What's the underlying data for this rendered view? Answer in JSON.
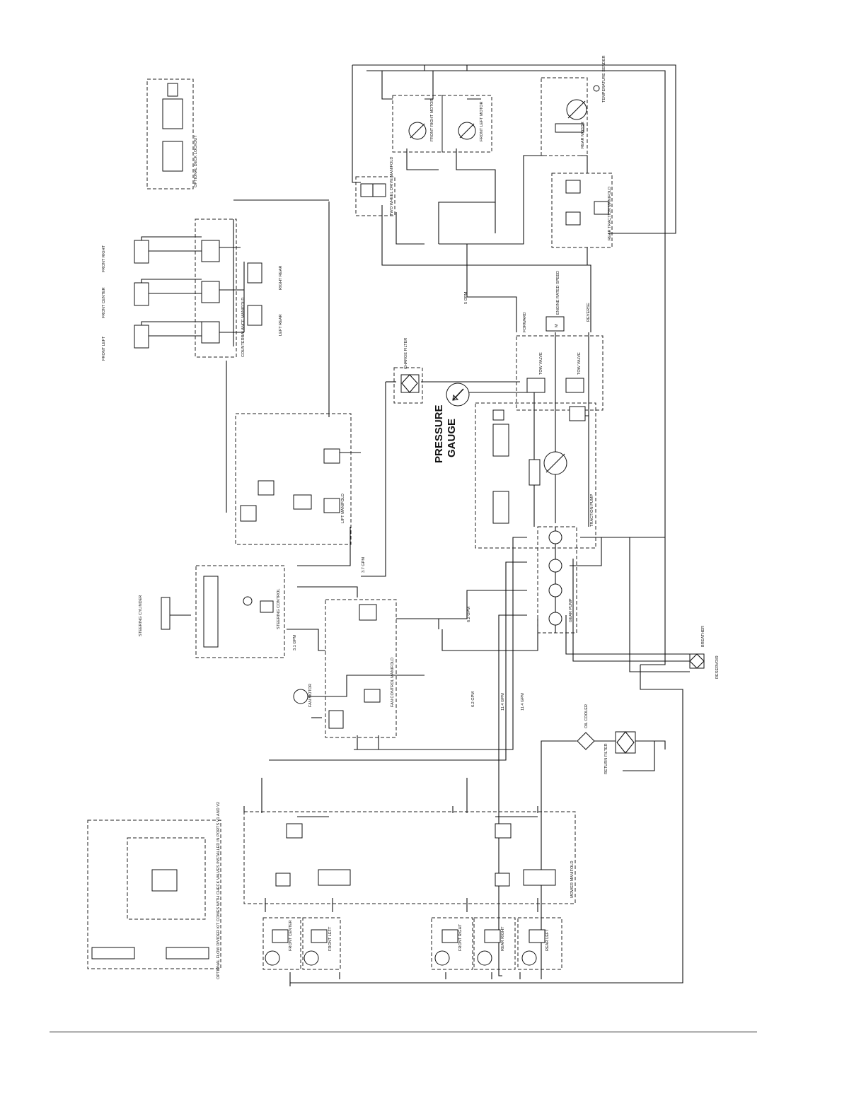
{
  "pressure_gauge": {
    "line1": "PRESSURE",
    "line2": "GAUGE"
  },
  "labels": {
    "charge_filter": "CHARGE FILTER",
    "engine_speed": "ENGINE RATED SPEED",
    "forward": "FORWARD",
    "reverse": "REVERSE",
    "tow_valve_1": "TOW VALVE",
    "tow_valve_2": "TOW VALVE",
    "front_right_motor": "FRONT RIGHT MOTOR",
    "front_left_motor": "FRONT LEFT MOTOR",
    "rear_motor": "REAR MOTOR",
    "temperature_sender": "TEMPERATURE SENDER",
    "rear_traction_manifold": "REAR TRACTION MANIFOLD",
    "two_wheel_drive_manifold": "TWO WHEEL DRIVE MANIFOLD",
    "traction_pump": "TRACTION PUMP",
    "gear_pump": "GEAR PUMP",
    "lift_manifold": "LIFT MANIFOLD",
    "counterbalance_manifold": "COUNTERBALANCE MANIFOLD",
    "steering_control": "STEERING CONTROL",
    "steering_cylinder": "STEERING CYLINDER",
    "fan_control_manifold": "FAN CONTROL MANIFOLD",
    "fan_motor": "FAN MOTOR",
    "mower_manifold": "MOWER MANIFOLD",
    "oil_cooler": "OIL COOLER",
    "return_filter": "RETURN FILTER",
    "breather": "BREATHER",
    "reservoir": "RESERVOIR",
    "front_left_deck": "FRONT LEFT",
    "front_center_deck": "FRONT CENTER",
    "front_right_deck": "FRONT RIGHT",
    "left_rear_deck": "LEFT REAR",
    "right_rear_deck": "RIGHT REAR",
    "optional_deck_lockout": "OPTIONAL DECK LOCKOUT",
    "optional_flow_divider_note": "OPTIONAL FLOW DIVIDER KIT COMES WITH CHECK VALVES INSTALLED IN PORTS V1 AND V2",
    "mower_front_center": "FRONT CENTER",
    "mower_front_left": "FRONT LEFT",
    "mower_front_right": "FRONT RIGHT",
    "mower_rear_right": "REAR RIGHT",
    "mower_rear_left": "REAR LEFT"
  },
  "flow_labels": {
    "f1": "5 GPM",
    "f2": "3.7 GPM",
    "f3": "6.2 GPM",
    "f4": "3.1 GPM",
    "f5": "6.2 GPM",
    "f6": "11.4 GPM",
    "f7": "11.4 GPM"
  },
  "colors": {
    "ink": "#111111",
    "paper": "#ffffff"
  }
}
